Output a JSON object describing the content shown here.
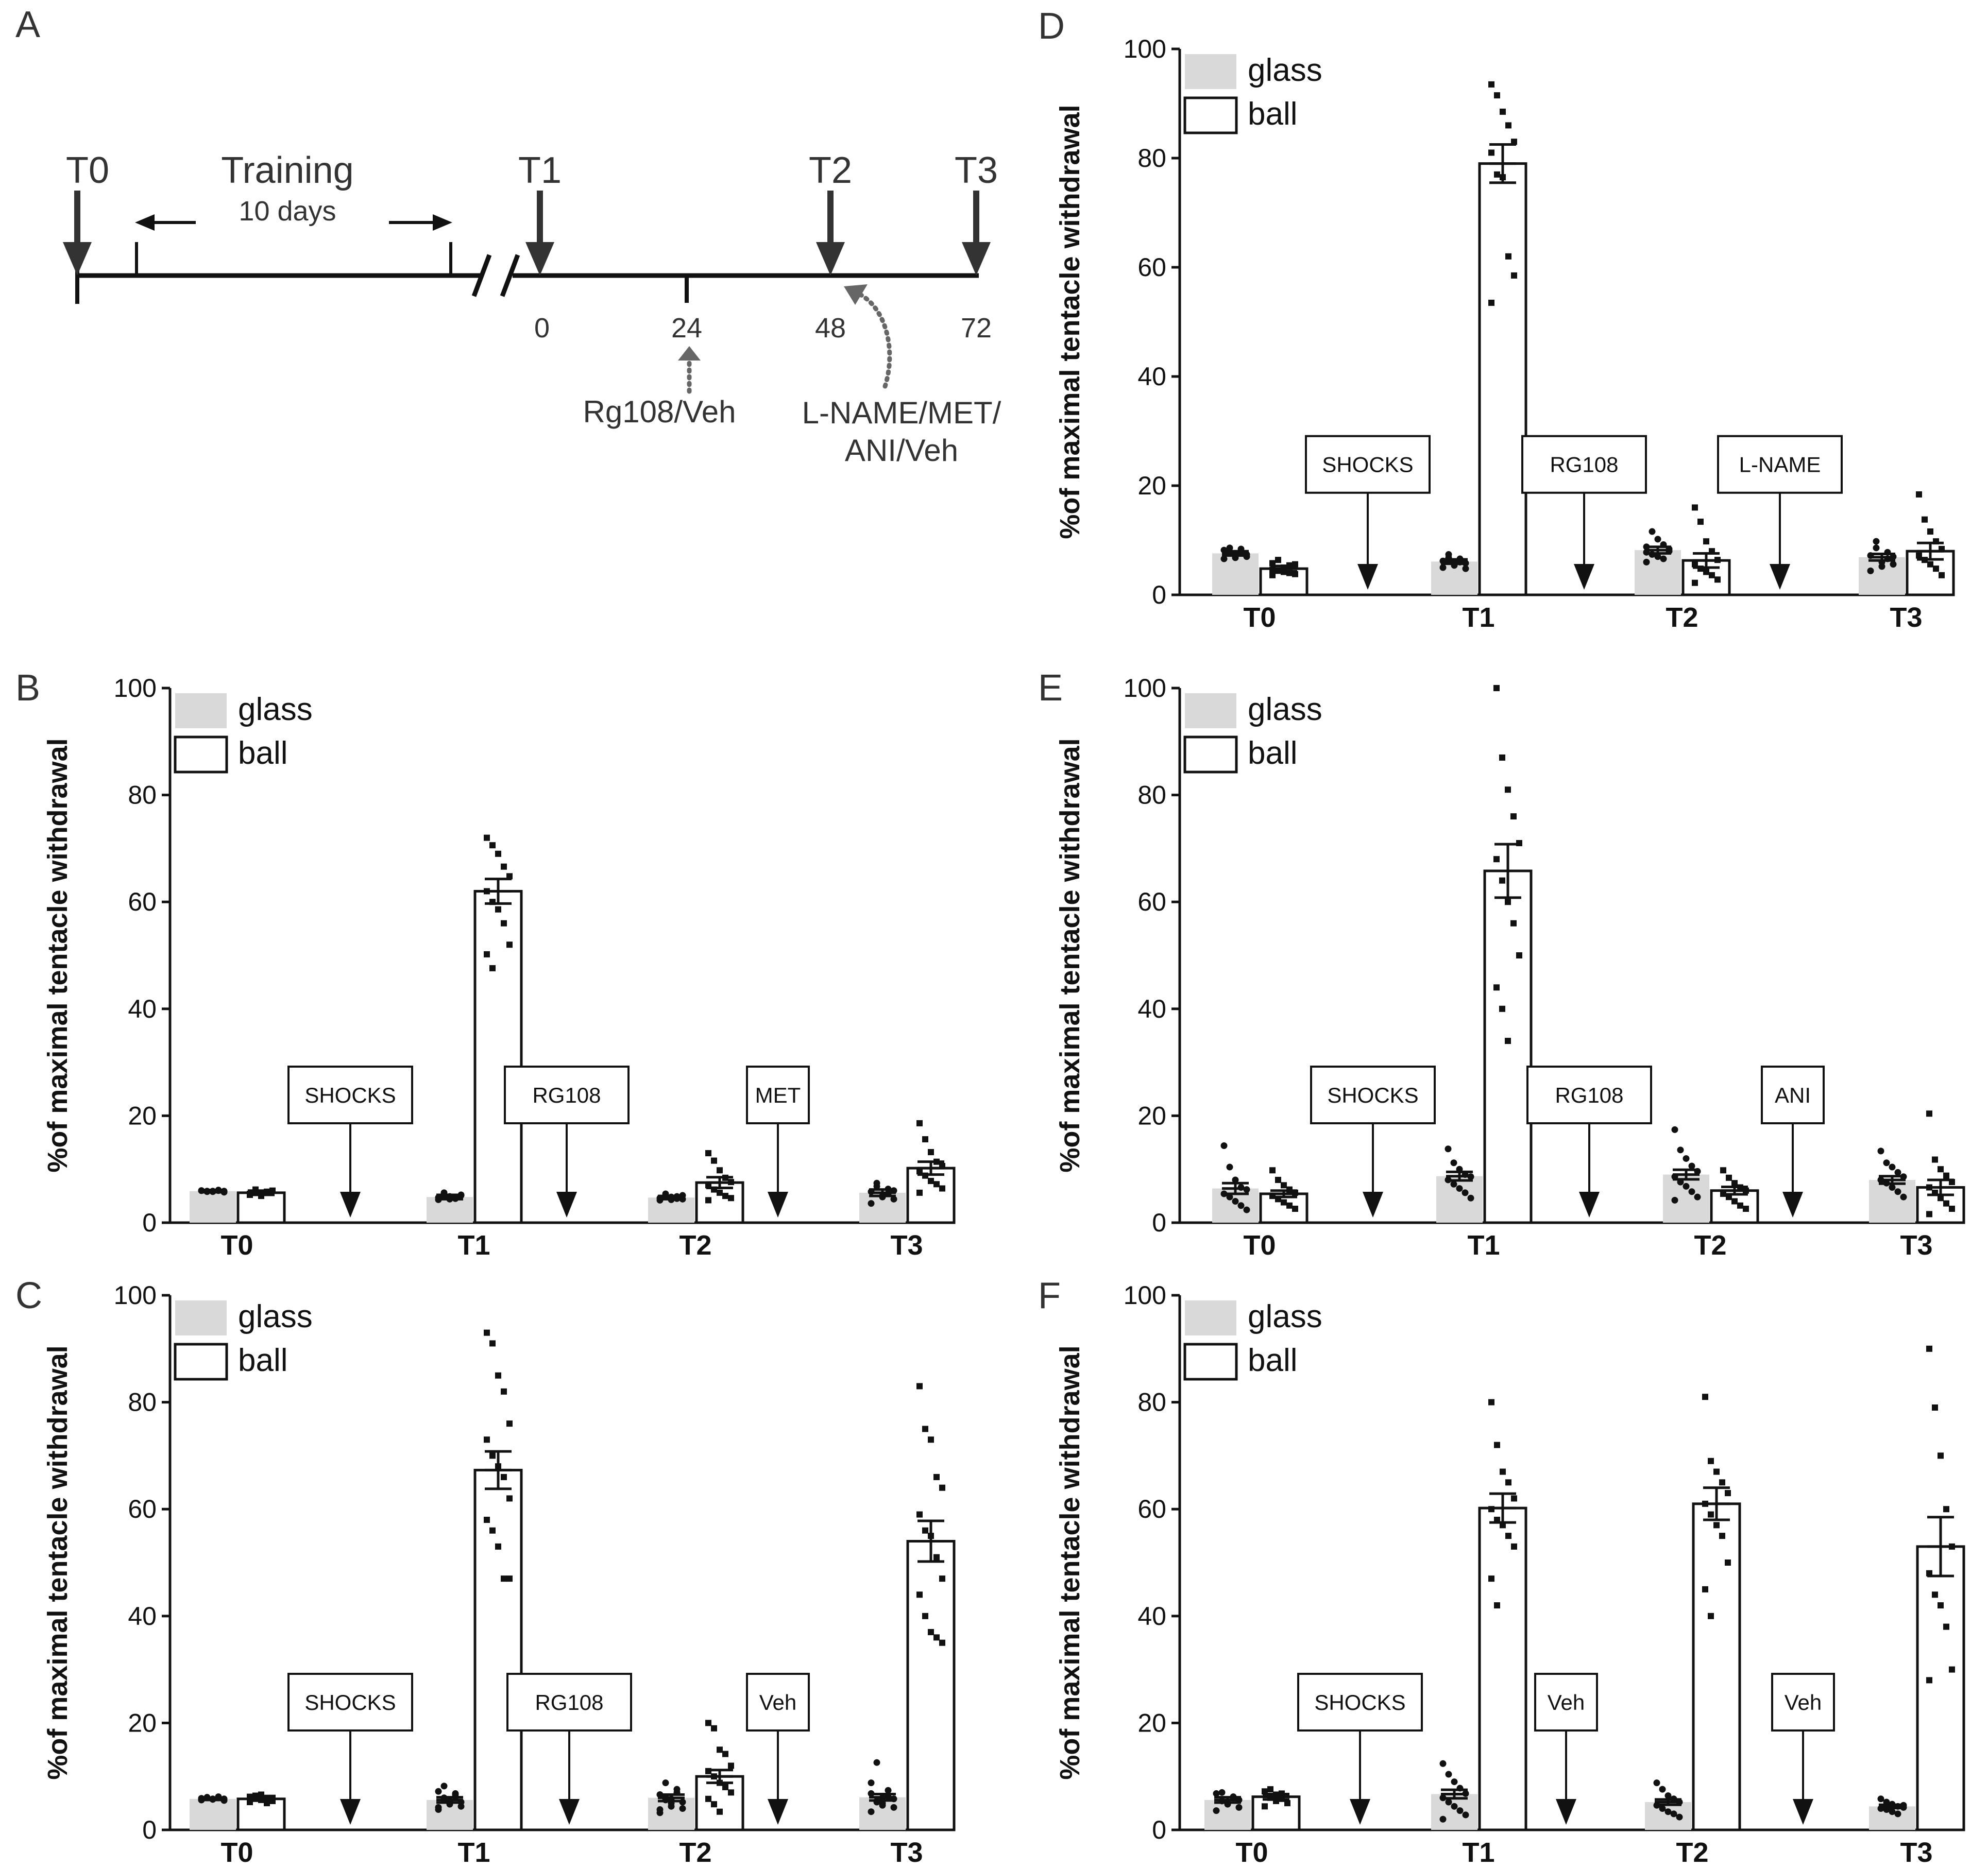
{
  "panel_labels": [
    "A",
    "B",
    "C",
    "D",
    "E",
    "F"
  ],
  "timeline": {
    "markers": [
      "T0",
      "T1",
      "T2",
      "T3"
    ],
    "training_label": "Training",
    "training_duration": "10 days",
    "hours": [
      "0",
      "24",
      "48",
      "72"
    ],
    "drug_1": "Rg108/Veh",
    "drug_2_line1": "L-NAME/MET/",
    "drug_2_line2": "ANI/Veh"
  },
  "colors": {
    "glass": "#d9d9d9",
    "ball": "#ffffff",
    "axis": "#111111",
    "points": "#111111"
  },
  "chart_data": [
    {
      "panel": "B",
      "type": "bar",
      "ylabel": "%of maximal tentacle withdrawal",
      "ylim": [
        0,
        100
      ],
      "yticks": [
        0,
        20,
        40,
        60,
        80,
        100
      ],
      "categories": [
        "T0",
        "T1",
        "T2",
        "T3"
      ],
      "legend": [
        "glass",
        "ball"
      ],
      "legend_position": "top-left",
      "series": [
        {
          "name": "glass",
          "values": [
            5.9,
            4.8,
            4.7,
            5.6
          ],
          "sem": [
            0.2,
            0.4,
            0.3,
            0.6
          ],
          "points": [
            [
              6.0,
              5.8,
              5.9,
              6.1,
              5.7,
              6.0,
              5.9,
              5.8,
              6.0,
              5.9
            ],
            [
              4.3,
              5.6,
              4.9,
              4.5,
              5.2,
              4.7,
              5.0,
              4.4,
              4.8,
              5.1
            ],
            [
              4.2,
              5.4,
              4.8,
              4.5,
              5.1,
              4.6,
              5.0,
              4.3,
              4.9,
              4.4
            ],
            [
              3.6,
              7.4,
              5.0,
              6.3,
              4.4,
              5.8,
              6.8,
              4.8,
              5.4,
              6.0
            ]
          ]
        },
        {
          "name": "ball",
          "values": [
            5.6,
            62.0,
            7.5,
            10.2
          ],
          "sem": [
            0.4,
            2.3,
            1.0,
            1.2
          ],
          "points": [
            [
              5.2,
              6.2,
              5.0,
              5.8,
              6.0,
              5.4,
              5.7
            ],
            [
              72.0,
              70.6,
              69.0,
              66.6,
              64.8,
              62.0,
              60.0,
              58.6,
              56.0,
              52.0,
              50.2,
              47.6
            ],
            [
              13.0,
              11.6,
              9.8,
              8.4,
              7.6,
              7.0,
              6.2,
              5.6,
              5.0,
              4.6,
              4.2
            ],
            [
              18.6,
              15.6,
              13.2,
              11.4,
              10.6,
              9.6,
              8.8,
              7.8,
              7.2,
              6.4,
              5.6
            ]
          ]
        }
      ],
      "annotations": [
        {
          "label": "SHOCKS",
          "after": "T0"
        },
        {
          "label": "RG108",
          "after": "T1"
        },
        {
          "label": "MET",
          "after": "T2"
        }
      ]
    },
    {
      "panel": "C",
      "type": "bar",
      "ylabel": "%of maximal tentacle withdrawal",
      "ylim": [
        0,
        100
      ],
      "yticks": [
        0,
        20,
        40,
        60,
        80,
        100
      ],
      "categories": [
        "T0",
        "T1",
        "T2",
        "T3"
      ],
      "legend": [
        "glass",
        "ball"
      ],
      "legend_position": "top-left",
      "series": [
        {
          "name": "glass",
          "values": [
            5.8,
            5.6,
            6.0,
            6.1
          ],
          "sem": [
            0.2,
            0.5,
            0.6,
            0.6
          ],
          "points": [
            [
              5.6,
              6.0,
              5.8,
              6.2,
              5.5,
              5.9,
              6.1,
              5.7,
              6.0,
              5.8,
              5.6,
              6.0
            ],
            [
              3.8,
              8.2,
              5.0,
              6.8,
              4.4,
              7.2,
              5.6,
              4.8,
              6.2,
              5.2,
              4.2,
              6.0,
              5.4,
              6.6
            ],
            [
              3.2,
              8.8,
              5.0,
              7.0,
              4.0,
              6.6,
              5.6,
              4.4,
              7.6,
              5.2,
              3.8,
              6.2,
              5.8
            ],
            [
              3.4,
              12.6,
              5.0,
              7.4,
              4.2,
              6.8,
              5.4,
              4.6,
              6.2,
              5.8,
              8.8,
              5.2,
              6.0
            ]
          ]
        },
        {
          "name": "ball",
          "values": [
            5.8,
            67.3,
            10.0,
            54.0
          ],
          "sem": [
            0.3,
            3.5,
            1.2,
            3.8
          ],
          "points": [
            [
              5.2,
              6.4,
              5.6,
              6.0,
              5.4,
              6.2,
              5.8,
              6.6,
              5.0,
              6.0,
              5.6
            ],
            [
              93.0,
              91.0,
              85.0,
              82.0,
              76.0,
              73.0,
              70.0,
              68.0,
              66.0,
              62.0,
              58.0,
              56.0,
              53.0,
              47.0,
              47.0
            ],
            [
              20.0,
              19.0,
              15.0,
              14.2,
              12.0,
              11.0,
              10.0,
              8.8,
              8.0,
              7.0,
              5.8,
              4.8,
              3.4
            ],
            [
              83.0,
              75.0,
              73.0,
              66.0,
              64.0,
              59.0,
              56.0,
              55.0,
              51.0,
              47.0,
              44.0,
              40.0,
              37.0,
              36.0,
              35.0
            ]
          ]
        }
      ],
      "annotations": [
        {
          "label": "SHOCKS",
          "after": "T0"
        },
        {
          "label": "RG108",
          "after": "T1"
        },
        {
          "label": "Veh",
          "after": "T2"
        }
      ]
    },
    {
      "panel": "D",
      "type": "bar",
      "ylabel": "%of maximal tentacle withdrawal",
      "ylim": [
        0,
        100
      ],
      "yticks": [
        0,
        20,
        40,
        60,
        80,
        100
      ],
      "categories": [
        "T0",
        "T1",
        "T2",
        "T3"
      ],
      "legend": [
        "glass",
        "ball"
      ],
      "legend_position": "top-left",
      "series": [
        {
          "name": "glass",
          "values": [
            7.6,
            6.1,
            8.2,
            6.9
          ],
          "sem": [
            0.4,
            0.4,
            0.6,
            0.6
          ],
          "points": [
            [
              6.6,
              8.6,
              7.2,
              8.0,
              7.0,
              8.2,
              7.6,
              6.8,
              8.4,
              7.4
            ],
            [
              5.0,
              7.4,
              5.6,
              6.6,
              4.8,
              6.2,
              6.8,
              5.4,
              6.0,
              5.8
            ],
            [
              6.0,
              11.6,
              7.0,
              9.2,
              8.0,
              8.8,
              7.4,
              10.2,
              6.6,
              8.4,
              7.8
            ],
            [
              4.4,
              9.8,
              6.0,
              7.8,
              5.6,
              7.2,
              8.6,
              5.2,
              6.6,
              7.0
            ]
          ]
        },
        {
          "name": "ball",
          "values": [
            4.8,
            79.0,
            6.3,
            8.0
          ],
          "sem": [
            0.5,
            3.5,
            1.3,
            1.5
          ],
          "points": [
            [
              3.6,
              6.4,
              4.2,
              5.4,
              3.8,
              5.8,
              4.4,
              5.0,
              4.0,
              5.6,
              4.6
            ],
            [
              93.5,
              91.5,
              88.5,
              86.0,
              83.0,
              81.0,
              77.0,
              76.5,
              62.0,
              58.5,
              53.5
            ],
            [
              16.0,
              13.4,
              9.8,
              8.0,
              6.4,
              5.6,
              4.8,
              4.2,
              3.6,
              2.8,
              2.2
            ],
            [
              18.4,
              13.8,
              11.6,
              9.8,
              8.4,
              7.2,
              6.4,
              5.6,
              4.8,
              3.6
            ]
          ]
        }
      ],
      "annotations": [
        {
          "label": "SHOCKS",
          "after": "T0"
        },
        {
          "label": "RG108",
          "after": "T1"
        },
        {
          "label": "L-NAME",
          "after": "T2"
        }
      ]
    },
    {
      "panel": "E",
      "type": "bar",
      "ylabel": "%of maximal tentacle withdrawal",
      "ylim": [
        0,
        100
      ],
      "yticks": [
        0,
        20,
        40,
        60,
        80,
        100
      ],
      "categories": [
        "T0",
        "T1",
        "T2",
        "T3"
      ],
      "legend": [
        "glass",
        "ball"
      ],
      "legend_position": "top-left",
      "series": [
        {
          "name": "glass",
          "values": [
            6.4,
            8.7,
            9.0,
            8.0
          ],
          "sem": [
            1.0,
            0.8,
            0.9,
            0.7
          ],
          "points": [
            [
              14.4,
              10.4,
              8.0,
              6.6,
              6.2,
              5.4,
              4.8,
              4.0,
              3.2,
              2.4
            ],
            [
              13.8,
              11.2,
              10.0,
              9.0,
              8.6,
              8.0,
              7.2,
              6.4,
              5.6,
              4.6
            ],
            [
              17.4,
              13.6,
              12.0,
              10.6,
              9.6,
              8.6,
              7.6,
              6.8,
              5.8,
              4.8,
              4.2
            ],
            [
              13.4,
              11.2,
              10.4,
              9.4,
              8.6,
              8.0,
              7.4,
              6.6,
              5.8,
              4.8
            ]
          ]
        },
        {
          "name": "ball",
          "values": [
            5.4,
            65.8,
            6.0,
            6.6
          ],
          "sem": [
            0.6,
            5.0,
            0.7,
            1.4
          ],
          "points": [
            [
              9.8,
              8.0,
              7.0,
              6.2,
              5.6,
              5.0,
              4.4,
              3.8,
              3.2,
              2.6
            ],
            [
              100.0,
              87.0,
              81.0,
              76.0,
              71.0,
              68.0,
              64.0,
              60.0,
              56.0,
              50.0,
              44.0,
              40.0,
              34.0
            ],
            [
              9.8,
              8.4,
              7.4,
              6.6,
              6.0,
              5.4,
              4.8,
              4.0,
              3.2,
              2.6
            ],
            [
              20.4,
              11.8,
              10.0,
              8.8,
              7.6,
              6.6,
              5.6,
              4.6,
              3.6,
              2.6,
              1.6
            ]
          ]
        }
      ],
      "annotations": [
        {
          "label": "SHOCKS",
          "after": "T0"
        },
        {
          "label": "RG108",
          "after": "T1"
        },
        {
          "label": "ANI",
          "after": "T2"
        }
      ]
    },
    {
      "panel": "F",
      "type": "bar",
      "ylabel": "%of maximal tentacle withdrawal",
      "ylim": [
        0,
        100
      ],
      "yticks": [
        0,
        20,
        40,
        60,
        80,
        100
      ],
      "categories": [
        "T0",
        "T1",
        "T2",
        "T3"
      ],
      "legend": [
        "glass",
        "ball"
      ],
      "legend_position": "top-left",
      "series": [
        {
          "name": "glass",
          "values": [
            5.6,
            6.7,
            5.2,
            4.4
          ],
          "sem": [
            0.5,
            0.8,
            0.5,
            0.3
          ],
          "points": [
            [
              3.6,
              7.0,
              4.8,
              6.2,
              4.2,
              6.8,
              5.4,
              5.0,
              6.0,
              5.6
            ],
            [
              12.4,
              10.4,
              9.0,
              7.8,
              6.8,
              6.0,
              5.2,
              4.4,
              3.6,
              2.8,
              2.0
            ],
            [
              8.8,
              7.6,
              6.4,
              5.8,
              5.2,
              4.6,
              4.0,
              3.4,
              3.0,
              2.4
            ],
            [
              5.8,
              5.2,
              4.8,
              4.4,
              4.2,
              4.0,
              3.8,
              3.4,
              3.0,
              4.6
            ]
          ]
        },
        {
          "name": "ball",
          "values": [
            6.2,
            60.2,
            61.0,
            53.0
          ],
          "sem": [
            0.5,
            2.7,
            3.0,
            5.5
          ],
          "points": [
            [
              4.4,
              7.6,
              5.4,
              6.8,
              5.0,
              7.2,
              6.0,
              6.6,
              5.8
            ],
            [
              80.0,
              72.0,
              67.0,
              65.0,
              62.0,
              60.0,
              58.0,
              57.0,
              55.0,
              53.0,
              47.0,
              42.0
            ],
            [
              81.0,
              69.0,
              67.0,
              65.0,
              63.0,
              61.0,
              59.0,
              57.0,
              55.0,
              50.0,
              45.0,
              40.0
            ],
            [
              90.0,
              79.0,
              70.0,
              60.0,
              53.0,
              48.0,
              44.0,
              42.0,
              38.0,
              30.0,
              28.0
            ]
          ]
        }
      ],
      "annotations": [
        {
          "label": "SHOCKS",
          "after": "T0"
        },
        {
          "label": "Veh",
          "after": "T1"
        },
        {
          "label": "Veh",
          "after": "T2"
        }
      ]
    }
  ]
}
